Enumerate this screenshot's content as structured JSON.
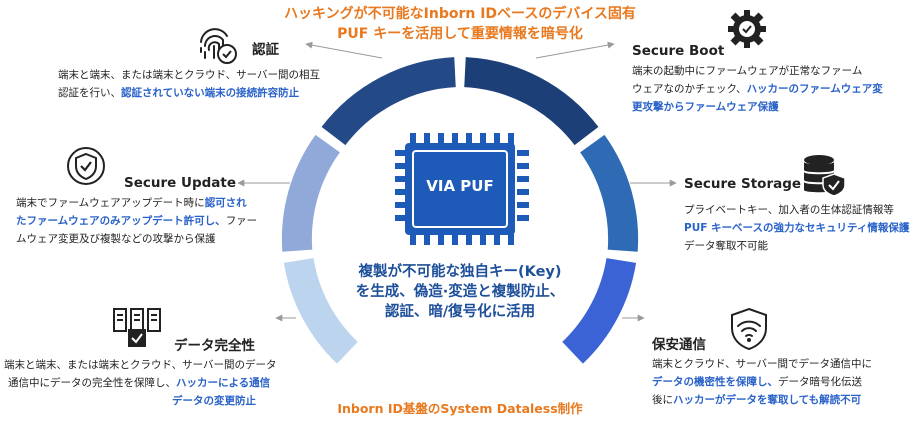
{
  "header": {
    "line1": "ハッキングが不可能なInborn IDベースのデバイス固有",
    "line2": "PUF キーを活用して重要情報を暗号化"
  },
  "center": {
    "chip_label": "VIA PUF",
    "line1": "複製が不可能な独自キー(Key)",
    "line2": "を生成、偽造·変造と複製防止、",
    "line3": "認証、暗/復号化に活用"
  },
  "footer": {
    "text": "Inborn ID基盤のSystem Dataless制作"
  },
  "colors": {
    "accent_orange": "#e8791f",
    "highlight_blue": "#2a62c9",
    "chip_blue": "#1e5bb8"
  },
  "features": {
    "auth": {
      "title": "認証",
      "icon": "fingerprint-icon",
      "d1": "端末と端末、または端末とクラウド、サーバー間の相互",
      "d2a": "認証を行い、",
      "d2b": "認証されていない端末の接続許容防止"
    },
    "update": {
      "title": "Secure Update",
      "icon": "shield-check-icon",
      "d1a": "端末でファームウェアアップデート時に",
      "d1b": "認可され",
      "d2a": "たファームウェアのみアップデート許可し、",
      "d2b": "ファー",
      "d3": "ムウェア変更及び複製などの攻撃から保護"
    },
    "integrity": {
      "title": "データ完全性",
      "icon": "data-integrity-icon",
      "d1": "端末と端末、または端末とクラウド、サーバー間のデータ",
      "d2a": "通信中にデータの完全性を保障し、",
      "d2b": "ハッカーによる通信",
      "d3": "データの変更防止"
    },
    "boot": {
      "title": "Secure Boot",
      "icon": "gear-check-icon",
      "d1": "端末の起動中にファームウェアが正常なファーム",
      "d2a": "ウェアなのかチェック、",
      "d2b": "ハッカーのファームウェア変",
      "d3": "更攻撃からファームウェア保護"
    },
    "storage": {
      "title": "Secure Storage",
      "icon": "database-shield-icon",
      "d1": "プライベートキー、加入者の生体認証情報等",
      "d2": "PUF キーベースの強力なセキュリティ情報保護",
      "d3": "データ奪取不可能"
    },
    "comm": {
      "title": "保安通信",
      "icon": "wifi-shield-icon",
      "d1": "端末とクラウド、サーバー間でデータ通信中に",
      "d2a": "データの機密性を保障し、",
      "d2b": "データ暗号化伝送",
      "d3a": "後に",
      "d3b": "ハッカーがデータを奪取しても解読不可"
    }
  }
}
